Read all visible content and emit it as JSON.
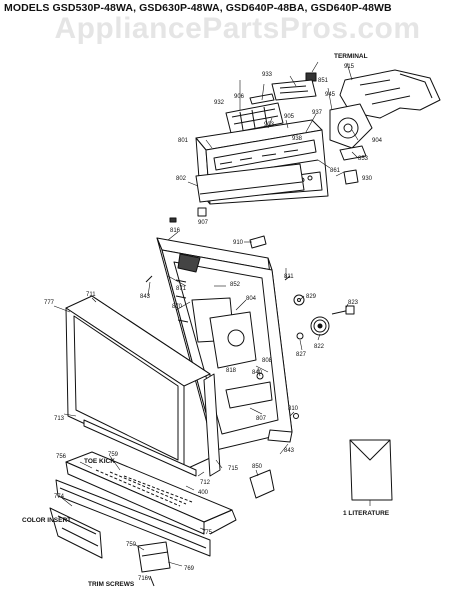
{
  "title": "MODELS GSD530P-48WA, GSD630P-48WA, GSD640P-48BA, GSD640P-48WB",
  "watermark": "AppliancePartsPros.com",
  "callouts": {
    "terminal": "TERMINAL",
    "toe_kick": "TOE KICK",
    "literature": "1 LITERATURE",
    "color_insert": "COLOR INSERT",
    "trim_screws": "TRIM SCREWS"
  },
  "part_numbers": {
    "p915": "915",
    "p933": "933",
    "p851": "851",
    "p932": "932",
    "p906": "906",
    "p945": "945",
    "p903": "903",
    "p905": "905",
    "p937": "937",
    "p938": "938",
    "p801": "801",
    "p904": "904",
    "p853": "853",
    "p861": "861",
    "p930": "930",
    "p802": "802",
    "p907": "907",
    "p816": "816",
    "p910": "910",
    "p811": "811",
    "p843": "843",
    "p871": "871",
    "p852": "852",
    "p804": "804",
    "p870": "870",
    "p829": "829",
    "p823": "823",
    "p777": "777",
    "p711": "711",
    "p808": "808",
    "p827": "827",
    "p822": "822",
    "p840": "840",
    "p818": "818",
    "p810": "810",
    "p713": "713",
    "p807": "807",
    "p843b": "843",
    "p756": "756",
    "p759": "759",
    "p715": "715",
    "p850": "850",
    "p712": "712",
    "p400": "400",
    "p774": "774",
    "p750": "750",
    "p775": "775",
    "p716": "716",
    "p769": "769"
  }
}
